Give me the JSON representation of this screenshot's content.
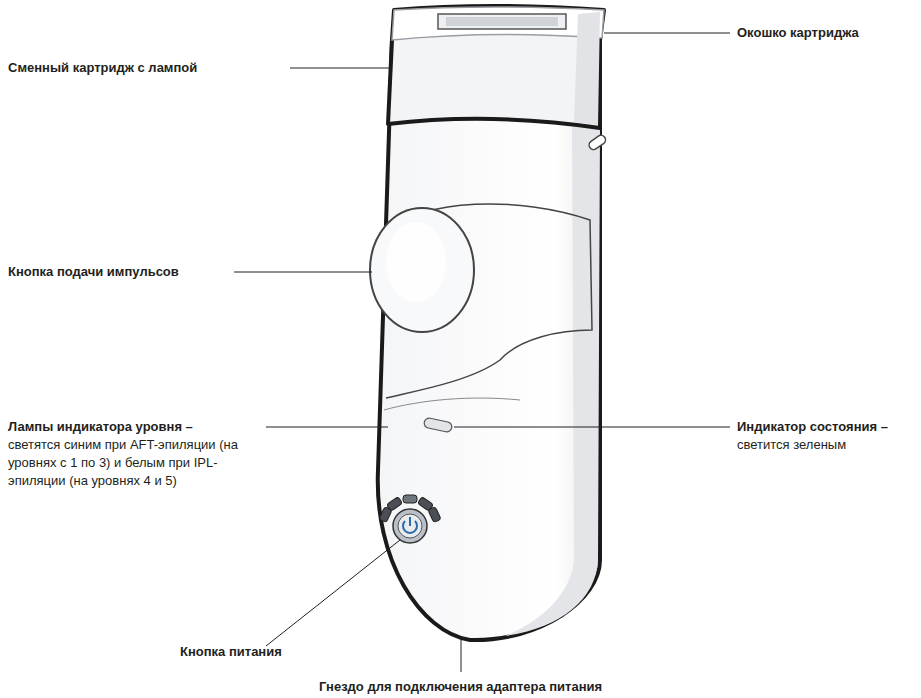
{
  "diagram": {
    "labels": [
      "Окошко картриджа",
      "Сменный картридж с лампой",
      "Кнопка подачи импульсов",
      "Лампы индикатора уровня –",
      "светятся синим при AFT-эпиляции (на уровнях с 1 по 3) и белым при IPL-эпиляции (на уровнях 4 и 5)",
      "Индикатор состояния –",
      "светится зеленым",
      "Кнопка питания",
      "Гнездо для подключения адаптера питания"
    ]
  }
}
